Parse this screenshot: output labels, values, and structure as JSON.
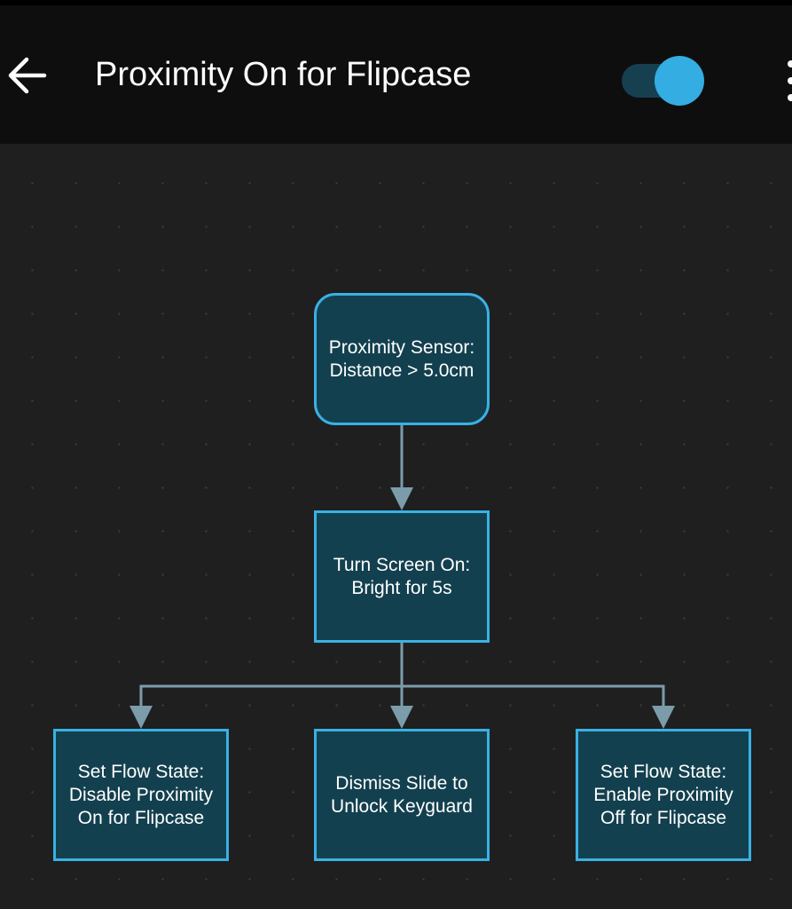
{
  "header": {
    "title": "Proximity On for Flipcase",
    "enabled": true
  },
  "flow": {
    "trigger": {
      "label": "Proximity Sensor:\nDistance > 5.0cm"
    },
    "action1": {
      "label": "Turn Screen On:\nBright for 5s"
    },
    "branches": [
      {
        "label": "Set Flow State:\nDisable Proximity\nOn for Flipcase"
      },
      {
        "label": "Dismiss Slide to\nUnlock Keyguard"
      },
      {
        "label": "Set Flow State:\nEnable Proximity\nOff for Flipcase"
      }
    ]
  },
  "colors": {
    "node_fill": "#13404f",
    "node_border": "#39b1e4",
    "connector": "#7b9cab",
    "toggle_thumb": "#34ade2",
    "toggle_track": "#164050"
  },
  "icons": {
    "back": "arrow-left-icon",
    "overflow": "more-vert-icon"
  }
}
